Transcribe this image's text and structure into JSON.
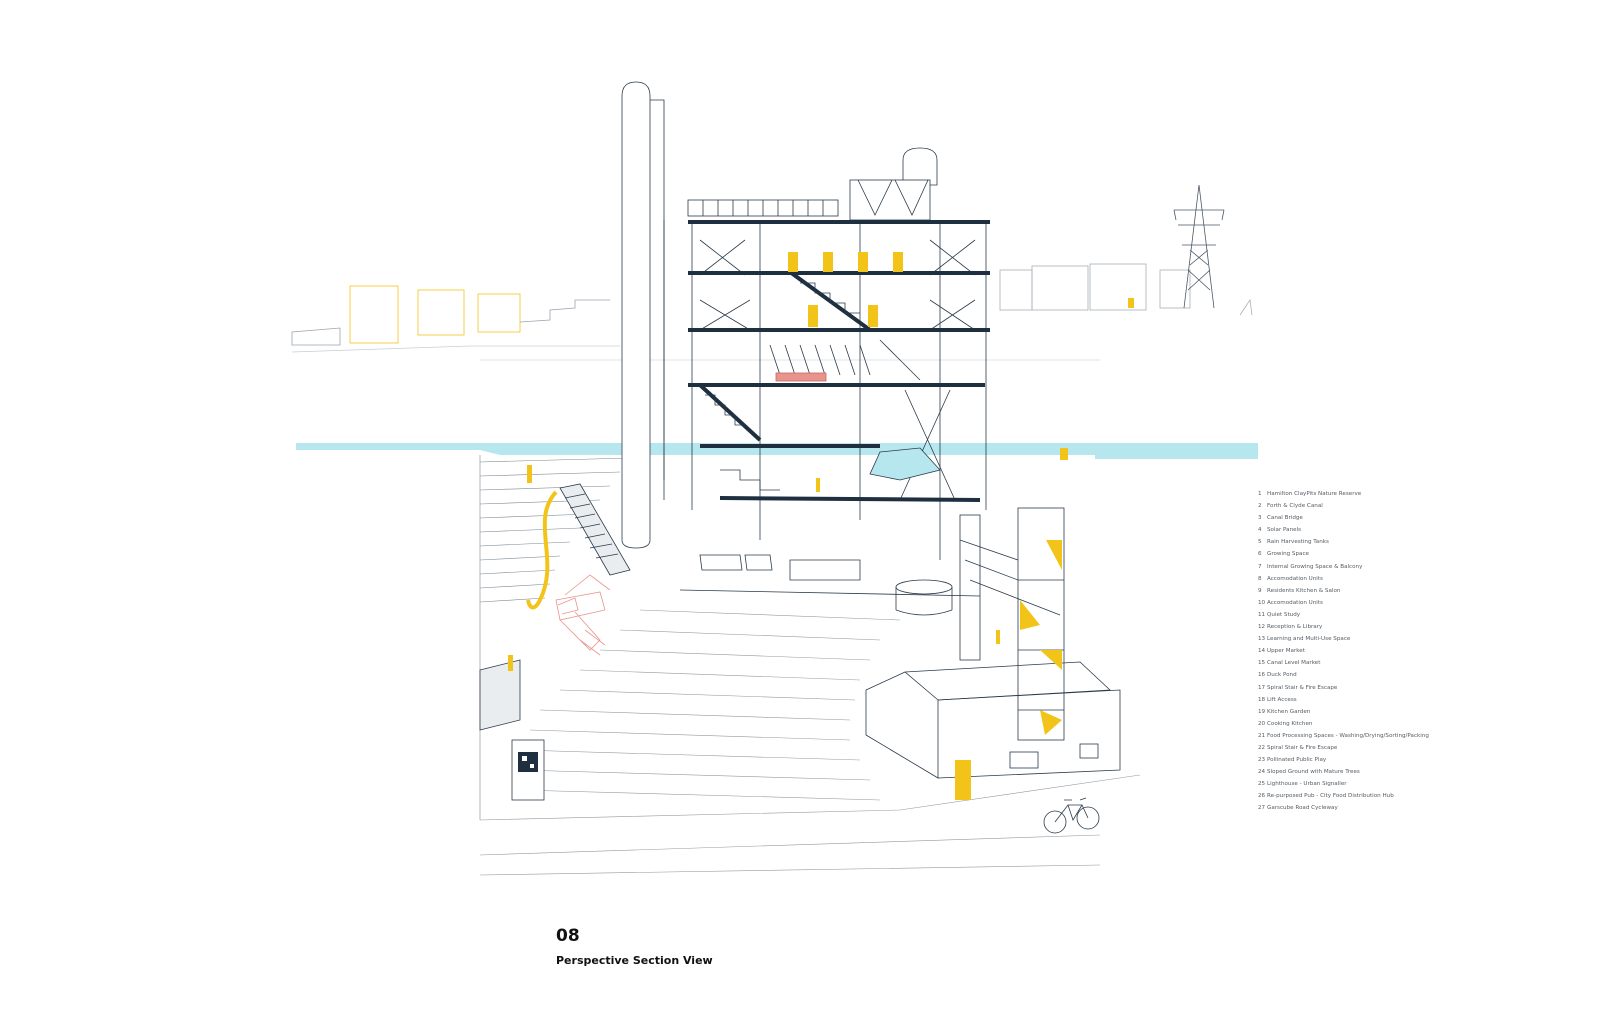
{
  "caption": {
    "number": "08",
    "title": "Perspective Section View"
  },
  "colors": {
    "accent_yellow": "#f2c41a",
    "canal_blue": "#b6e6ee",
    "line": "#3a4a59",
    "structure": "#1e2f40",
    "play_red": "#e8938c"
  },
  "legend": [
    {
      "num": "1",
      "label": "Hamilton ClayPits Nature Reserve"
    },
    {
      "num": "2",
      "label": "Forth & Clyde Canal"
    },
    {
      "num": "3",
      "label": "Canal Bridge"
    },
    {
      "num": "4",
      "label": "Solar Panels"
    },
    {
      "num": "5",
      "label": "Rain Harvesting Tanks"
    },
    {
      "num": "6",
      "label": "Growing Space"
    },
    {
      "num": "7",
      "label": "Internal Growing Space & Balcony"
    },
    {
      "num": "8",
      "label": "Accomodation Units"
    },
    {
      "num": "9",
      "label": "Residents Kitchen & Salon"
    },
    {
      "num": "10",
      "label": "Accomodation Units"
    },
    {
      "num": "11",
      "label": "Quiet Study"
    },
    {
      "num": "12",
      "label": "Reception & Library"
    },
    {
      "num": "13",
      "label": "Learning and Multi-Use Space"
    },
    {
      "num": "14",
      "label": "Upper Market"
    },
    {
      "num": "15",
      "label": "Canal Level Market"
    },
    {
      "num": "16",
      "label": "Duck Pond"
    },
    {
      "num": "17",
      "label": "Spiral Stair & Fire Escape"
    },
    {
      "num": "18",
      "label": "Lift Access"
    },
    {
      "num": "19",
      "label": "Kitchen Garden"
    },
    {
      "num": "20",
      "label": "Cooking Kitchen"
    },
    {
      "num": "21",
      "label": "Food Processing Spaces - Washing/Drying/Sorting/Packing"
    },
    {
      "num": "22",
      "label": "Spiral Stair & Fire Escape"
    },
    {
      "num": "23",
      "label": "Pollinated Public Play"
    },
    {
      "num": "24",
      "label": "Sloped Ground with Mature Trees"
    },
    {
      "num": "25",
      "label": "Lighthouse - Urban Signaller"
    },
    {
      "num": "26",
      "label": "Re-purposed Pub - City Food Distribution Hub"
    },
    {
      "num": "27",
      "label": "Garscube Road Cycleway"
    }
  ]
}
